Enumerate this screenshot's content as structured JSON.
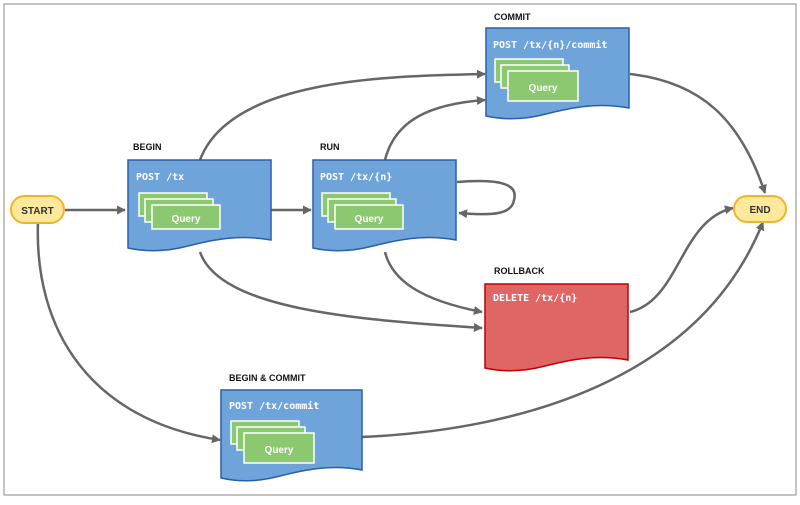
{
  "diagram": {
    "terminals": {
      "start": "START",
      "end": "END"
    },
    "nodes": {
      "begin": {
        "heading": "BEGIN",
        "endpoint": "POST /tx",
        "card": "Query"
      },
      "run": {
        "heading": "RUN",
        "endpoint": "POST /tx/{n}",
        "card": "Query"
      },
      "commit": {
        "heading": "COMMIT",
        "endpoint": "POST /tx/{n}/commit",
        "card": "Query"
      },
      "rollback": {
        "heading": "ROLLBACK",
        "endpoint": "DELETE /tx/{n}"
      },
      "begin_commit": {
        "heading": "BEGIN & COMMIT",
        "endpoint": "POST /tx/commit",
        "card": "Query"
      }
    },
    "colors": {
      "doc_fill": "#6fa4da",
      "doc_stroke": "#2a5ea8",
      "rollback_fill": "#e06666",
      "rollback_stroke": "#c00000",
      "query_fill": "#8cc870",
      "query_stroke": "#ffffff",
      "terminal_fill": "#fde99c",
      "terminal_stroke": "#f0b429",
      "arrow": "#666666",
      "frame": "#888888"
    }
  }
}
